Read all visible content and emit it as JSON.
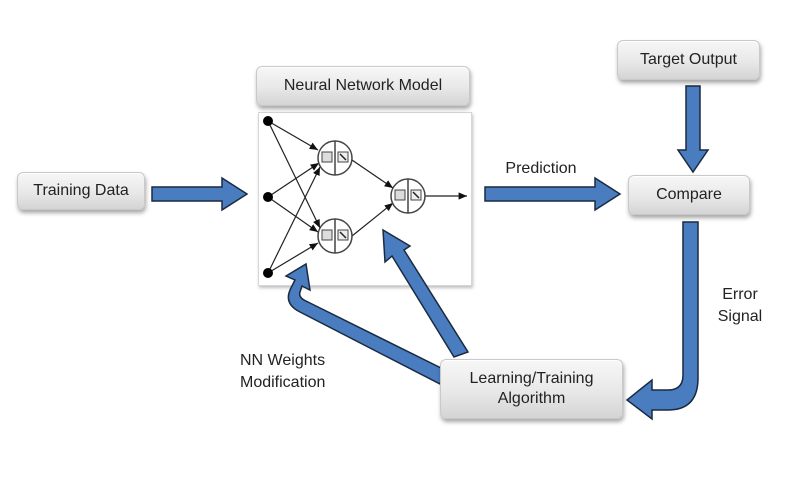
{
  "diagram": {
    "nodes": {
      "training_data": "Training Data",
      "nn_model": "Neural Network Model",
      "target_output": "Target Output",
      "compare": "Compare",
      "learning_algorithm_line1": "Learning/Training",
      "learning_algorithm_line2": "Algorithm"
    },
    "edge_labels": {
      "prediction": "Prediction",
      "error_signal_line1": "Error",
      "error_signal_line2": "Signal",
      "weights_mod_line1": "NN Weights",
      "weights_mod_line2": "Modification"
    },
    "network": {
      "input_nodes": 3,
      "hidden_neurons": 2,
      "output_neurons": 1
    },
    "colors": {
      "arrow_fill": "#4a7cc0",
      "arrow_stroke": "#1a2a40",
      "text": "#222222"
    }
  }
}
